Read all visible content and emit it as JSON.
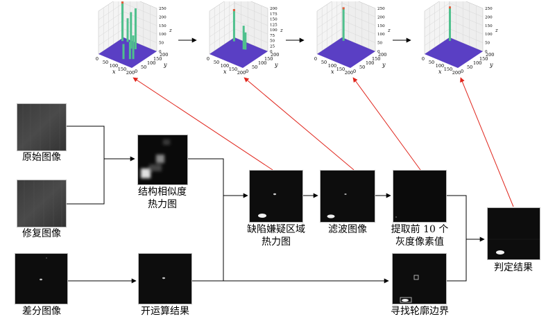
{
  "nodes": {
    "original": "原始图像",
    "repaired": "修复图像",
    "diff": "差分图像",
    "ssim": [
      "结构相似度",
      "热力图"
    ],
    "opening": "开运算结果",
    "suspect": [
      "缺陷嫌疑区域",
      "热力图"
    ],
    "filtered": "滤波图像",
    "top10": [
      "提取前 10 个",
      "灰度像素值"
    ],
    "contour": "寻找轮廓边界",
    "judge": "判定结果"
  },
  "plot3d": {
    "x_label": "x",
    "y_label": "y",
    "z_label": "z",
    "x_ticks": [
      "0",
      "50",
      "100",
      "150",
      "200"
    ],
    "y_ticks": [
      "0",
      "50",
      "100",
      "150",
      "200"
    ],
    "z_ticks_a": [
      "0",
      "50",
      "100",
      "150",
      "200",
      "250"
    ],
    "z_ticks_b": [
      "0",
      "25",
      "50",
      "75",
      "100",
      "125",
      "150",
      "175",
      "200"
    ]
  },
  "colors": {
    "arrow": "#000000",
    "feedback_arrow": "#e0241b",
    "plot_floor": "#5a3fc4",
    "plot_bar": "#4fc08d",
    "plot_bar_top": "#e85a3a"
  }
}
